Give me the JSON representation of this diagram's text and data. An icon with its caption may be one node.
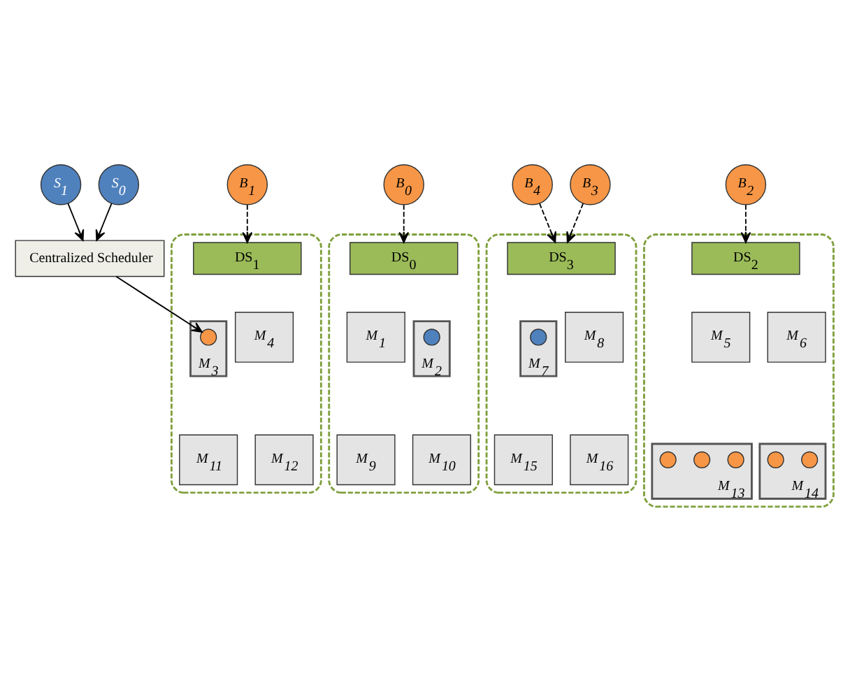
{
  "diagram": {
    "nodes": [
      {
        "text": [
          "S$_{1}$"
        ]
      },
      {
        "text": [
          "S$_{0}$"
        ]
      },
      {
        "text": [
          "B$_{0}$"
        ]
      },
      {
        "text": [
          "B$_{1}$"
        ]
      },
      {
        "text": [
          "B$_{4}$"
        ]
      },
      {
        "text": [
          "B$_{2}$"
        ]
      },
      {
        "text": [
          "B$_{3}$"
        ]
      },
      {
        "text": [
          "Centralized Scheduler"
        ]
      },
      {
        "text": [],
        "shape": "box"
      },
      {
        "text": [
          "DS$_{0}$"
        ],
        "in": 8
      },
      {
        "text": [
          "M$_{1}$"
        ],
        "in": 8
      },
      {
        "text": [
          "M$_{2}$"
        ],
        "in": 8
      },
      {
        "text": [],
        "shape": "circle",
        "in": 11
      },
      {
        "text": [
          "M$_{9}$"
        ],
        "in": 8
      },
      {
        "text": [
          "M$_{10}$"
        ],
        "in": 8
      },
      {
        "text": [],
        "shape": "box"
      },
      {
        "text": [
          "DS$_{1}$"
        ],
        "in": 15
      },
      {
        "text": [
          "M$_{3}$"
        ],
        "in": 15
      },
      {
        "text": [],
        "shape": "circle",
        "in": 17
      },
      {
        "text": [
          "M$_{4}$"
        ],
        "in": 15
      },
      {
        "text": [
          "M$_{11}$"
        ],
        "in": 15
      },
      {
        "text": [
          "M$_{12}$"
        ],
        "in": 15
      },
      {
        "text": [],
        "shape": "box"
      },
      {
        "text": [
          "DS$_{2}$"
        ],
        "in": 22
      },
      {
        "text": [
          "M$_{5}$"
        ],
        "in": 22
      },
      {
        "text": [
          "M$_{6}$"
        ],
        "in": 22
      },
      {
        "text": [
          "M$_{13}$"
        ],
        "in": 22
      },
      {
        "text": [],
        "shape": "circle",
        "in": 26
      },
      {
        "text": [],
        "shape": "circle",
        "in": 26
      },
      {
        "text": [],
        "shape": "circle",
        "in": 26
      },
      {
        "text": [
          "M$_{14}$"
        ],
        "in": 22
      },
      {
        "text": [],
        "shape": "circle",
        "in": 30
      },
      {
        "text": [],
        "shape": "circle",
        "in": 30
      },
      {
        "text": [],
        "shape": "box"
      },
      {
        "text": [
          "DS$_{3}$"
        ],
        "in": 33
      },
      {
        "text": [
          "M$_{7}$"
        ],
        "in": 33
      },
      {
        "text": [],
        "shape": "circle",
        "in": 35
      },
      {
        "text": [
          "M$_{8}$"
        ],
        "in": 33
      },
      {
        "text": [
          "M$_{15}$"
        ],
        "in": 33
      },
      {
        "text": [
          "M$_{16}$"
        ],
        "in": 33
      }
    ],
    "edges": [
      {
        "from": 0,
        "to": 7,
        "arrow": "to"
      },
      {
        "from": 1,
        "to": 7,
        "arrow": "to"
      },
      {
        "from": 7,
        "to": 18,
        "arrow": "to"
      },
      {
        "from": 2,
        "to": 9,
        "arrow": "to",
        "style": "dashed"
      },
      {
        "from": 3,
        "to": 16,
        "arrow": "to",
        "style": "dashed"
      },
      {
        "from": 5,
        "to": 23,
        "arrow": "to",
        "style": "dashed"
      },
      {
        "from": 4,
        "to": 34,
        "arrow": "to",
        "style": "dashed"
      },
      {
        "from": 6,
        "to": 34,
        "arrow": "to",
        "style": "dashed"
      }
    ]
  }
}
